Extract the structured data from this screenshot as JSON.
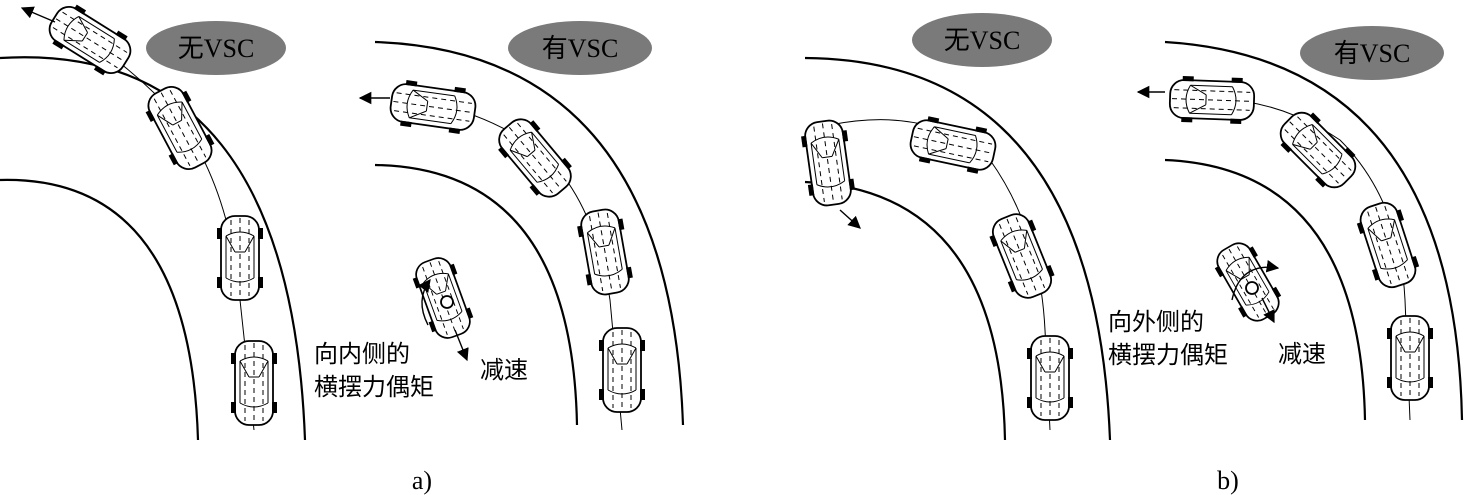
{
  "panel_a": {
    "without_label": "无VSC",
    "with_label": "有VSC",
    "moment_line1": "向内侧的",
    "moment_line2": "横摆力偶矩",
    "decel_label": "减速",
    "caption": "a)"
  },
  "panel_b": {
    "without_label": "无VSC",
    "with_label": "有VSC",
    "moment_line1": "向外侧的",
    "moment_line2": "横摆力偶矩",
    "decel_label": "减速",
    "caption": "b)"
  },
  "colors": {
    "badge": "#7a7a7a",
    "line": "#000000",
    "background": "#ffffff"
  }
}
